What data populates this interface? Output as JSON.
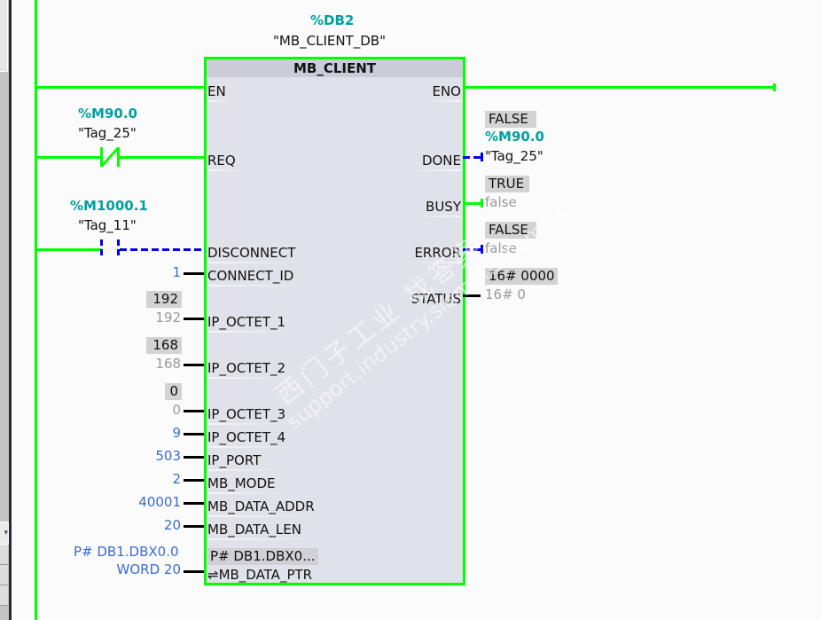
{
  "block": {
    "instance_address": "%DB2",
    "instance_name": "\"MB_CLIENT_DB\"",
    "type_name": "MB_CLIENT"
  },
  "contacts": [
    {
      "address": "%M90.0",
      "tag": "\"Tag_25\"",
      "type": "normally-closed",
      "state": "energized"
    },
    {
      "address": "%M1000.1",
      "tag": "\"Tag_11\"",
      "type": "normally-open",
      "state": "not-energized"
    }
  ],
  "input_pins": {
    "en": "EN",
    "req": "REQ",
    "disconnect": "DISCONNECT",
    "connect_id": "CONNECT_ID",
    "ip_octet_1": "IP_OCTET_1",
    "ip_octet_2": "IP_OCTET_2",
    "ip_octet_3": "IP_OCTET_3",
    "ip_octet_4": "IP_OCTET_4",
    "ip_port": "IP_PORT",
    "mb_mode": "MB_MODE",
    "mb_data_addr": "MB_DATA_ADDR",
    "mb_data_len": "MB_DATA_LEN",
    "mb_data_ptr": "⇌MB_DATA_PTR"
  },
  "input_values": {
    "connect_id": "1",
    "ip_octet_1": {
      "monitor": "192",
      "param": "192"
    },
    "ip_octet_2": {
      "monitor": "168",
      "param": "168"
    },
    "ip_octet_3": {
      "monitor": "0",
      "param": "0"
    },
    "ip_octet_4": "9",
    "ip_port": "503",
    "mb_mode": "2",
    "mb_data_addr": "40001",
    "mb_data_len": "20",
    "mb_data_ptr_line1": "P# DB1.DBX0.0",
    "mb_data_ptr_line2": "WORD 20",
    "mb_data_ptr_monitor": "P# DB1.DBX0..."
  },
  "output_pins": {
    "eno": "ENO",
    "done": "DONE",
    "busy": "BUSY",
    "error": "ERROR",
    "status": "STATUS"
  },
  "output_values": {
    "done": {
      "monitor": "FALSE",
      "address": "%M90.0",
      "tag": "\"Tag_25\""
    },
    "busy": {
      "monitor": "TRUE",
      "param": "false"
    },
    "error": {
      "monitor": "FALSE",
      "param": "false"
    },
    "status": {
      "monitor": "16# 0000",
      "param": "16# 0"
    }
  },
  "watermark": {
    "line1": "西门子工业  找答案",
    "line2": "support.industry.siemens.com/cs"
  },
  "colors": {
    "energized": "#00ff00",
    "not_energized": "#0000e6",
    "address": "#00a0a0",
    "constant": "#3b6ccf",
    "block_fill": "#e1e1e9"
  }
}
